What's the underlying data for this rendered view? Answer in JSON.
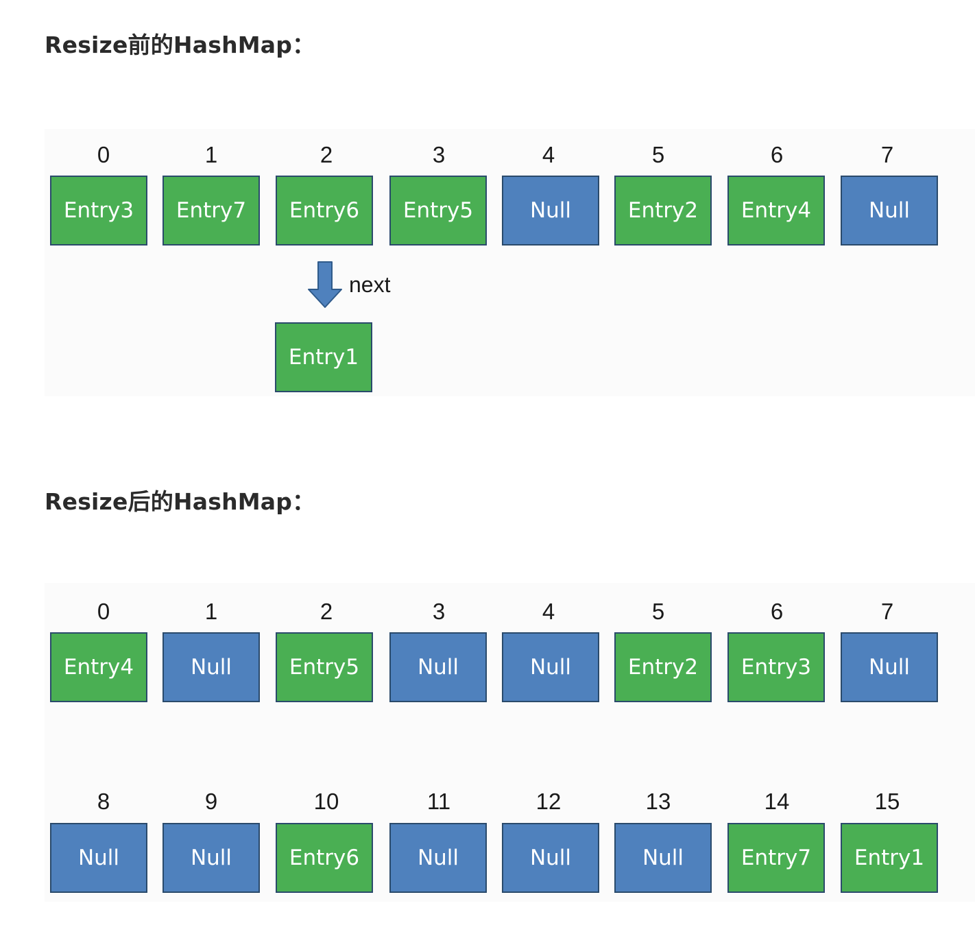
{
  "before": {
    "heading": "Resize前的HashMap：",
    "indices": [
      "0",
      "1",
      "2",
      "3",
      "4",
      "5",
      "6",
      "7"
    ],
    "buckets": [
      {
        "label": "Entry3",
        "kind": "entry"
      },
      {
        "label": "Entry7",
        "kind": "entry"
      },
      {
        "label": "Entry6",
        "kind": "entry"
      },
      {
        "label": "Entry5",
        "kind": "entry"
      },
      {
        "label": "Null",
        "kind": "null"
      },
      {
        "label": "Entry2",
        "kind": "entry"
      },
      {
        "label": "Entry4",
        "kind": "entry"
      },
      {
        "label": "Null",
        "kind": "null"
      }
    ],
    "chain": {
      "from_bucket": "2",
      "link_label": "next",
      "node": {
        "label": "Entry1",
        "kind": "entry"
      },
      "arrow_icon": "down-arrow-icon"
    }
  },
  "after": {
    "heading": "Resize后的HashMap：",
    "row1_indices": [
      "0",
      "1",
      "2",
      "3",
      "4",
      "5",
      "6",
      "7"
    ],
    "row1_buckets": [
      {
        "label": "Entry4",
        "kind": "entry"
      },
      {
        "label": "Null",
        "kind": "null"
      },
      {
        "label": "Entry5",
        "kind": "entry"
      },
      {
        "label": "Null",
        "kind": "null"
      },
      {
        "label": "Null",
        "kind": "null"
      },
      {
        "label": "Entry2",
        "kind": "entry"
      },
      {
        "label": "Entry3",
        "kind": "entry"
      },
      {
        "label": "Null",
        "kind": "null"
      }
    ],
    "row2_indices": [
      "8",
      "9",
      "10",
      "11",
      "12",
      "13",
      "14",
      "15"
    ],
    "row2_buckets": [
      {
        "label": "Null",
        "kind": "null"
      },
      {
        "label": "Null",
        "kind": "null"
      },
      {
        "label": "Entry6",
        "kind": "entry"
      },
      {
        "label": "Null",
        "kind": "null"
      },
      {
        "label": "Null",
        "kind": "null"
      },
      {
        "label": "Null",
        "kind": "null"
      },
      {
        "label": "Entry7",
        "kind": "entry"
      },
      {
        "label": "Entry1",
        "kind": "entry"
      }
    ]
  },
  "colors": {
    "entry_fill": "#4aaf53",
    "null_fill": "#4f81bd",
    "cell_border": "#2a4a6b",
    "arrow_fill": "#4f81bd",
    "arrow_stroke": "#2f5a8a"
  }
}
